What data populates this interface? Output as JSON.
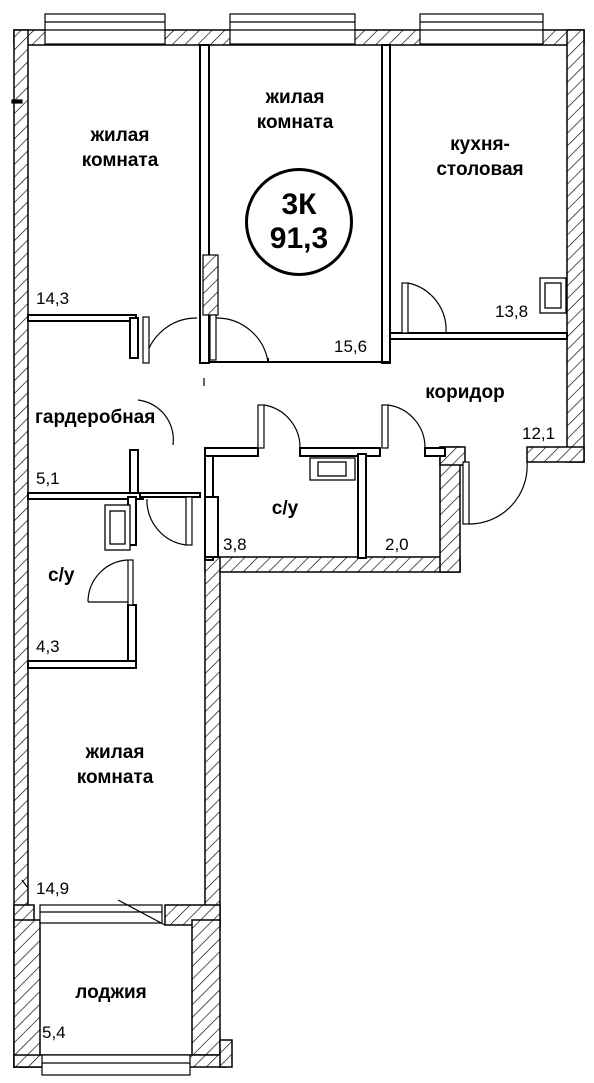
{
  "apartment": {
    "type": "3К",
    "total_area": "91,3"
  },
  "rooms": {
    "living_1": {
      "label": "жилая\nкомната",
      "area": "14,3"
    },
    "living_2": {
      "label": "жилая\nкомната",
      "area": "15,6"
    },
    "kitchen": {
      "label": "кухня-\nстоловая",
      "area": "13,8"
    },
    "corridor": {
      "label": "коридор",
      "area": "12,1"
    },
    "wardrobe": {
      "label": "гардеробная",
      "area": "5,1"
    },
    "bathroom_1": {
      "label": "с/у",
      "area": "4,3"
    },
    "bathroom_2": {
      "label": "с/у",
      "area": "3,8"
    },
    "storage": {
      "label": "",
      "area": "2,0"
    },
    "living_3": {
      "label": "жилая\nкомната",
      "area": "14,9"
    },
    "loggia": {
      "label": "лоджия",
      "area": "5,4"
    }
  }
}
